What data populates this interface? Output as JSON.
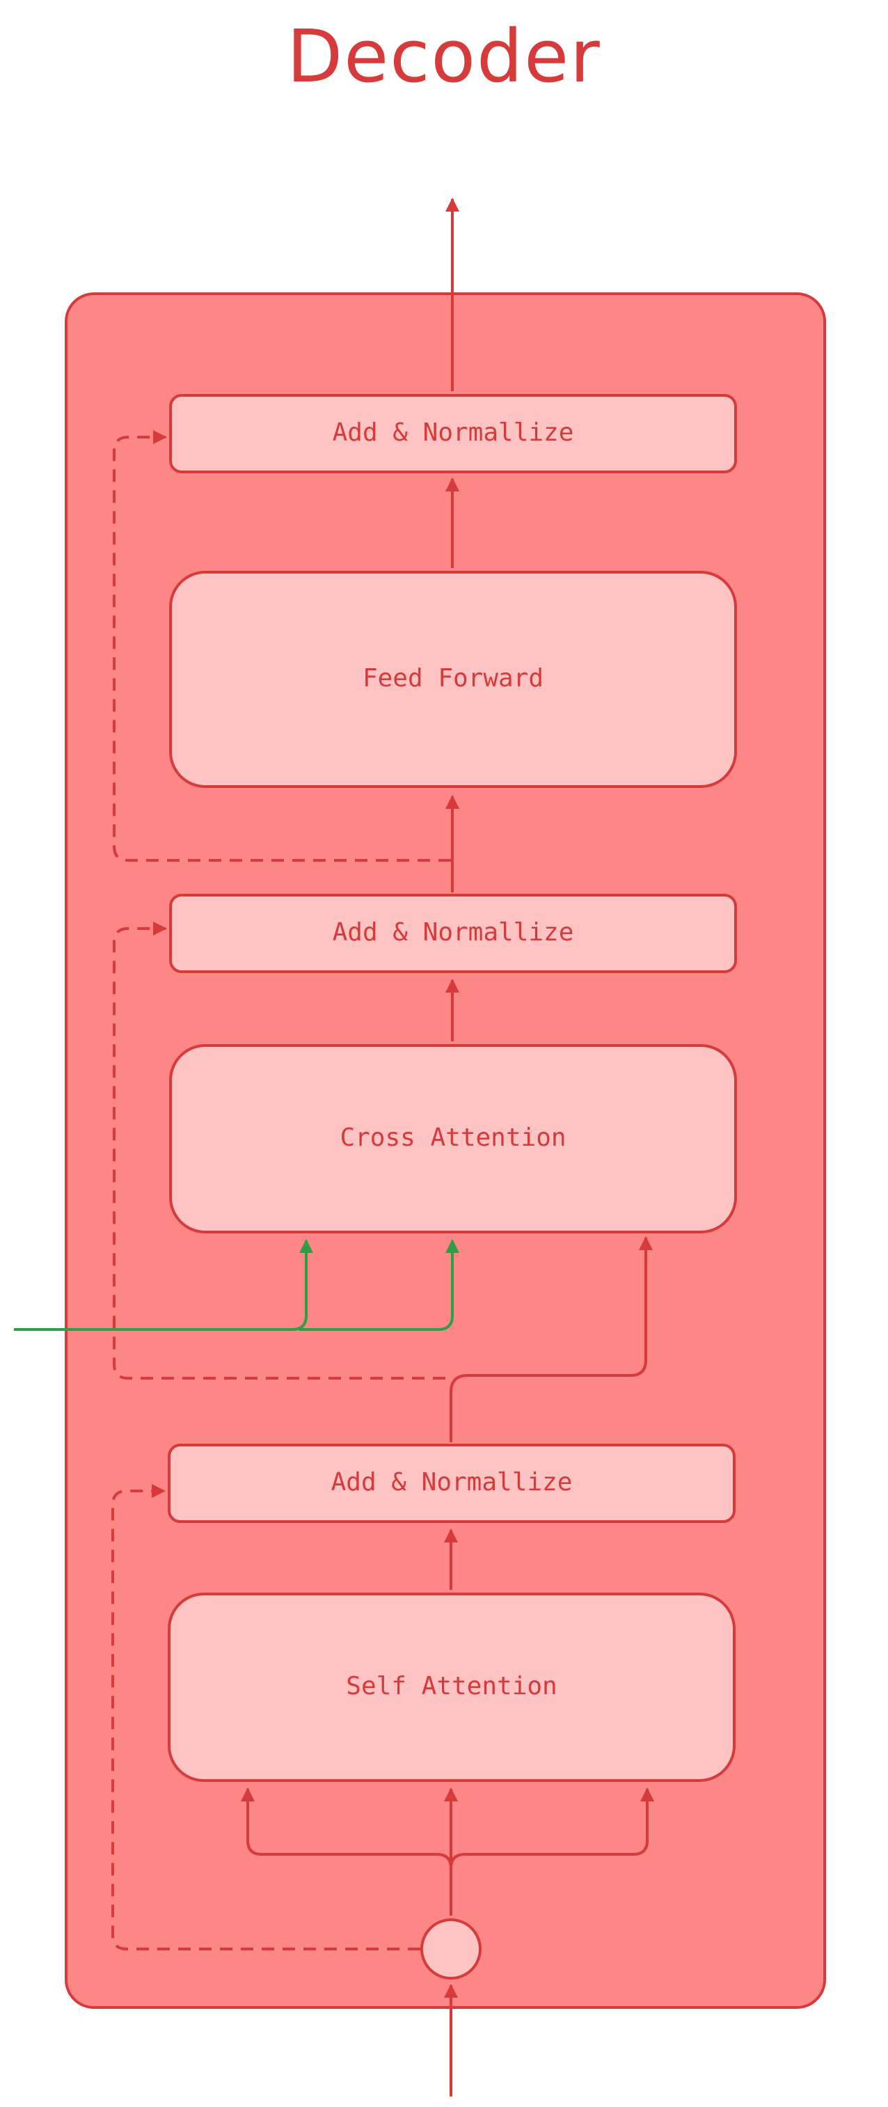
{
  "title": "Decoder",
  "blocks": {
    "add_norm_top": "Add & Normallize",
    "feed_forward": "Feed Forward",
    "add_norm_middle": "Add & Normallize",
    "cross_attention": "Cross Attention",
    "add_norm_bottom": "Add & Normallize",
    "self_attention": "Self Attention"
  },
  "colors": {
    "stroke": "#d63a3a",
    "container_fill": "#fd8686",
    "block_fill": "#fec4c4",
    "encoder_input": "#2f9e44"
  }
}
